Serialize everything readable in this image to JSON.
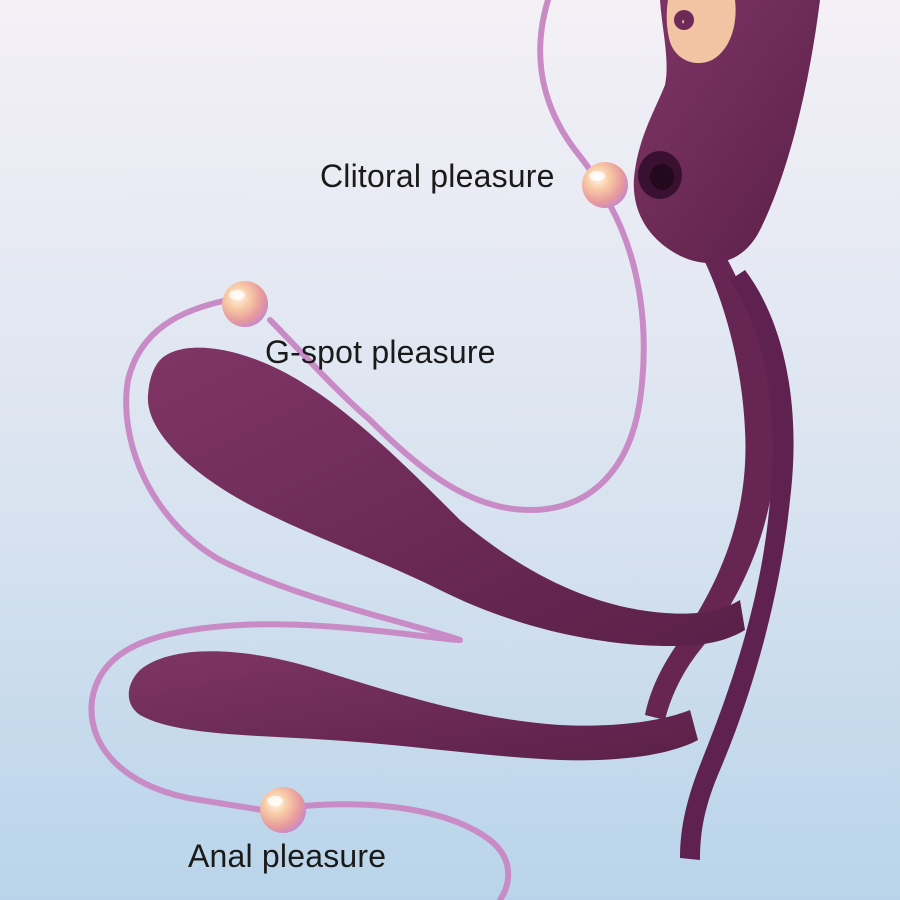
{
  "labels": {
    "clitoral": "Clitoral pleasure",
    "gspot": "G-spot pleasure",
    "anal": "Anal pleasure"
  },
  "colors": {
    "background_top": "#f4f0f6",
    "background_bottom": "#b9d4ea",
    "device_body": "#6e2a57",
    "device_shadow": "#4e1b3d",
    "guide_line": "#c98bc6",
    "control_panel": "#f2c4a4",
    "marker": "#f6c29e"
  },
  "icons": {
    "marker": "glossy-bead-icon",
    "control": "power-button-icon"
  }
}
